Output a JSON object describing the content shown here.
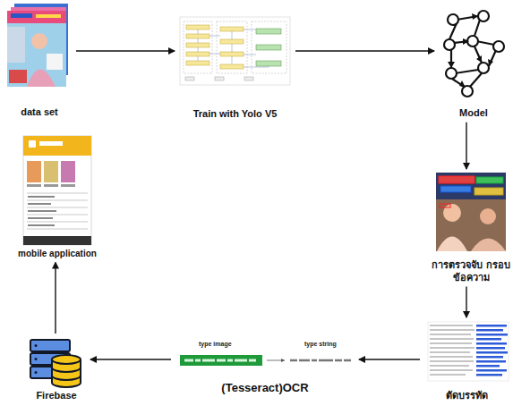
{
  "diagram": {
    "nodes": [
      {
        "text": [
          "data set"
        ]
      },
      {
        "text": [
          "Train with Yolo V5"
        ]
      },
      {
        "text": [
          "Model"
        ]
      },
      {
        "text": [
          "การตรวจจับ กรอบข้อความ"
        ]
      },
      {
        "text": [
          "ตัดบรรทัด"
        ]
      },
      {
        "text": [
          "(Tesseract)OCR"
        ]
      },
      {
        "text": [
          "Firebase"
        ]
      },
      {
        "text": [
          "mobile application"
        ]
      }
    ],
    "edges": [
      {
        "from": 0,
        "to": 1,
        "arrow": "to"
      },
      {
        "from": 1,
        "to": 2,
        "arrow": "to"
      },
      {
        "from": 2,
        "to": 3,
        "arrow": "to"
      },
      {
        "from": 3,
        "to": 4,
        "arrow": "to"
      },
      {
        "from": 4,
        "to": 5,
        "arrow": "to"
      },
      {
        "from": 5,
        "to": 6,
        "arrow": "to"
      },
      {
        "from": 6,
        "to": 7,
        "arrow": "to"
      }
    ],
    "labels": [
      "type image",
      "type string"
    ]
  }
}
